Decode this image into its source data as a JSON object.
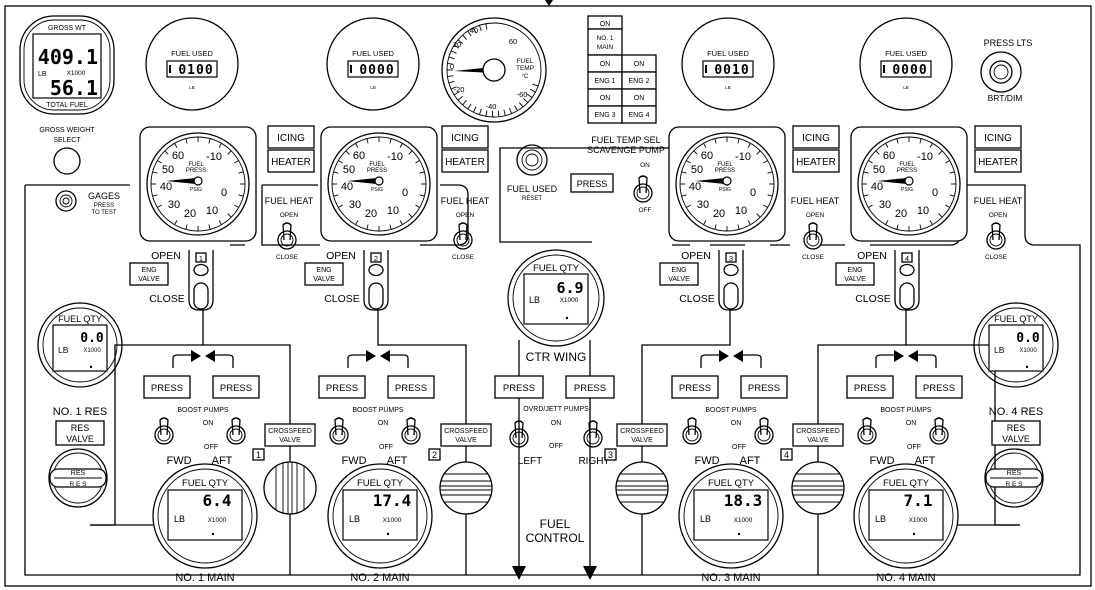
{
  "gross_wt": {
    "title": "GROSS WT",
    "upper_value": "409.1",
    "lower_value": "56.1",
    "unit": "LB",
    "multiplier": "X1000",
    "bottom_label": "TOTAL FUEL",
    "select_label_1": "GROSS WEIGHT",
    "select_label_2": "SELECT"
  },
  "fuel_used_gauges": [
    {
      "label": "FUEL USED",
      "value": "0100",
      "unit": "LB"
    },
    {
      "label": "FUEL USED",
      "value": "0000",
      "unit": "LB"
    },
    {
      "label": "FUEL USED",
      "value": "0010",
      "unit": "LB"
    },
    {
      "label": "FUEL USED",
      "value": "0000",
      "unit": "LB"
    }
  ],
  "fuel_temp": {
    "label_1": "FUEL",
    "label_2": "TEMP",
    "unit": "°C",
    "ticks": [
      "40",
      "20",
      "0",
      "-20",
      "-40",
      "60",
      "-60"
    ]
  },
  "annunciator": {
    "top_on": "ON",
    "top_label_1": "NO. 1",
    "top_label_2": "MAIN",
    "rows": [
      [
        "ON",
        "ON"
      ],
      [
        "ENG 1",
        "ENG 2"
      ],
      [
        "ON",
        "ON"
      ],
      [
        "ENG 3",
        "ENG 4"
      ]
    ]
  },
  "press_lts": {
    "label": "PRESS LTS",
    "sublabel": "BRT/DIM"
  },
  "fuel_press": {
    "label_1": "FUEL",
    "label_2": "PRESS",
    "unit": "PSIG",
    "ticks": [
      "60",
      "50",
      "40",
      "30",
      "20",
      "10",
      "0",
      "-10"
    ]
  },
  "icing": {
    "top": "ICING",
    "bottom": "HEATER"
  },
  "fuel_heat": {
    "label": "FUEL HEAT",
    "open": "OPEN",
    "close": "CLOSE"
  },
  "gages": {
    "label": "GAGES",
    "sub_1": "PRESS",
    "sub_2": "TO TEST"
  },
  "fuel_used_reset": {
    "label": "FUEL USED",
    "sub": "RESET"
  },
  "scavenge": {
    "label_1": "FUEL TEMP SEL",
    "label_2": "SCAVENGE PUMP",
    "press": "PRESS",
    "on": "ON",
    "off": "OFF"
  },
  "engines": [
    {
      "number": "1",
      "open": "OPEN",
      "close": "CLOSE",
      "valve_1": "ENG",
      "valve_2": "VALVE"
    },
    {
      "number": "2",
      "open": "OPEN",
      "close": "CLOSE",
      "valve_1": "ENG",
      "valve_2": "VALVE"
    },
    {
      "number": "3",
      "open": "OPEN",
      "close": "CLOSE",
      "valve_1": "ENG",
      "valve_2": "VALVE"
    },
    {
      "number": "4",
      "open": "OPEN",
      "close": "CLOSE",
      "valve_1": "ENG",
      "valve_2": "VALVE"
    }
  ],
  "ctr_wing": {
    "label": "FUEL QTY",
    "value": "6.9",
    "unit": "LB",
    "multiplier": "X1000",
    "name": "CTR WING",
    "pumps_label": "OVRD/JETT PUMPS",
    "on": "ON",
    "off": "OFF",
    "left": "LEFT",
    "right": "RIGHT",
    "press": "PRESS"
  },
  "boost_pumps": {
    "label": "BOOST PUMPS",
    "on": "ON",
    "off": "OFF",
    "fwd": "FWD",
    "aft": "AFT",
    "press": "PRESS"
  },
  "res_gauges": [
    {
      "label": "FUEL QTY",
      "value": "0.0",
      "unit": "LB",
      "multiplier": "X1000",
      "name": "NO. 1 RES"
    },
    {
      "label": "FUEL QTY",
      "value": "0.0",
      "unit": "LB",
      "multiplier": "X1000",
      "name": "NO. 4 RES"
    }
  ],
  "res_valve": {
    "label_1": "RES",
    "label_2": "VALVE",
    "knob": "RES",
    "knob_letters": "R E S"
  },
  "main_gauges": [
    {
      "label": "FUEL QTY",
      "value": "6.4",
      "unit": "LB",
      "multiplier": "X1000",
      "name": "NO. 1 MAIN"
    },
    {
      "label": "FUEL QTY",
      "value": "17.4",
      "unit": "LB",
      "multiplier": "X1000",
      "name": "NO. 2 MAIN"
    },
    {
      "label": "FUEL QTY",
      "value": "18.3",
      "unit": "LB",
      "multiplier": "X1000",
      "name": "NO. 3 MAIN"
    },
    {
      "label": "FUEL QTY",
      "value": "7.1",
      "unit": "LB",
      "multiplier": "X1000",
      "name": "NO. 4 MAIN"
    }
  ],
  "crossfeed": {
    "label_1": "CROSSFEED",
    "label_2": "VALVE",
    "numbers": [
      "1",
      "2",
      "3",
      "4"
    ]
  },
  "fuel_control": {
    "label_1": "FUEL",
    "label_2": "CONTROL"
  }
}
